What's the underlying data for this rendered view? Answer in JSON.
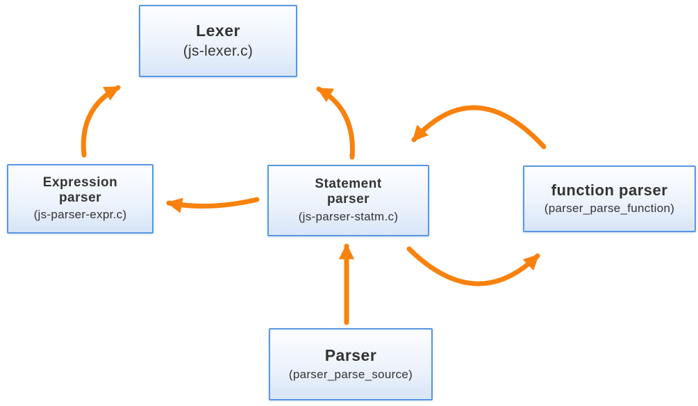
{
  "diagram": {
    "title": "Parser architecture diagram",
    "nodes": {
      "lexer": {
        "title": "Lexer",
        "subtitle": "(js-lexer.c)"
      },
      "expression_parser": {
        "title": "Expression\nparser",
        "subtitle": "(js-parser-expr.c)"
      },
      "statement_parser": {
        "title": "Statement\nparser",
        "subtitle": "(js-parser-statm.c)"
      },
      "function_parser": {
        "title": "function parser",
        "subtitle": "(parser_parse_function)"
      },
      "parser": {
        "title": "Parser",
        "subtitle": "(parser_parse_source)"
      }
    },
    "edges": [
      {
        "from": "expression_parser",
        "to": "lexer"
      },
      {
        "from": "statement_parser",
        "to": "lexer"
      },
      {
        "from": "statement_parser",
        "to": "expression_parser"
      },
      {
        "from": "function_parser",
        "to": "statement_parser"
      },
      {
        "from": "statement_parser",
        "to": "function_parser"
      },
      {
        "from": "parser",
        "to": "statement_parser"
      }
    ],
    "colors": {
      "arrow": "#F8820D",
      "box_border": "#5897E4",
      "box_fill_top": "#FCFDFF",
      "box_fill_bottom": "#D7E5F7",
      "text": "#333333",
      "background": "#FFFFFF"
    }
  }
}
